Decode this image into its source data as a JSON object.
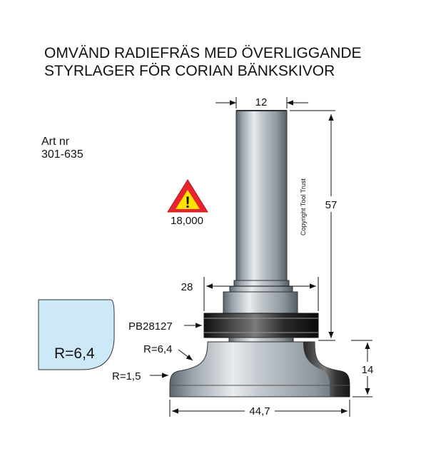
{
  "title": {
    "line1": "OMVÄND RADIEFRÄS MED ÖVERLIGGANDE",
    "line2": "STYRLAGER FÖR CORIAN BÄNKSKIVOR"
  },
  "article": {
    "label": "Art nr",
    "number": "301-635"
  },
  "warning": {
    "symbol": "!",
    "rpm": "18,000"
  },
  "profile": {
    "radius_label": "R=6,4"
  },
  "copyright": "Copyright Tool Trust",
  "dimensions": {
    "shank_diameter": "12",
    "shank_length": "57",
    "bearing_diameter": "28",
    "height": "14",
    "cutter_diameter": "44,7",
    "radius_upper": "R=6,4",
    "radius_lower": "R=1,5"
  },
  "bearing": {
    "part_number": "PB28127"
  },
  "colors": {
    "profile_fill": "#cde8f6",
    "warning_fill": "#e8242c",
    "warning_center": "#ffe400",
    "metal": "#9aa3ab"
  }
}
